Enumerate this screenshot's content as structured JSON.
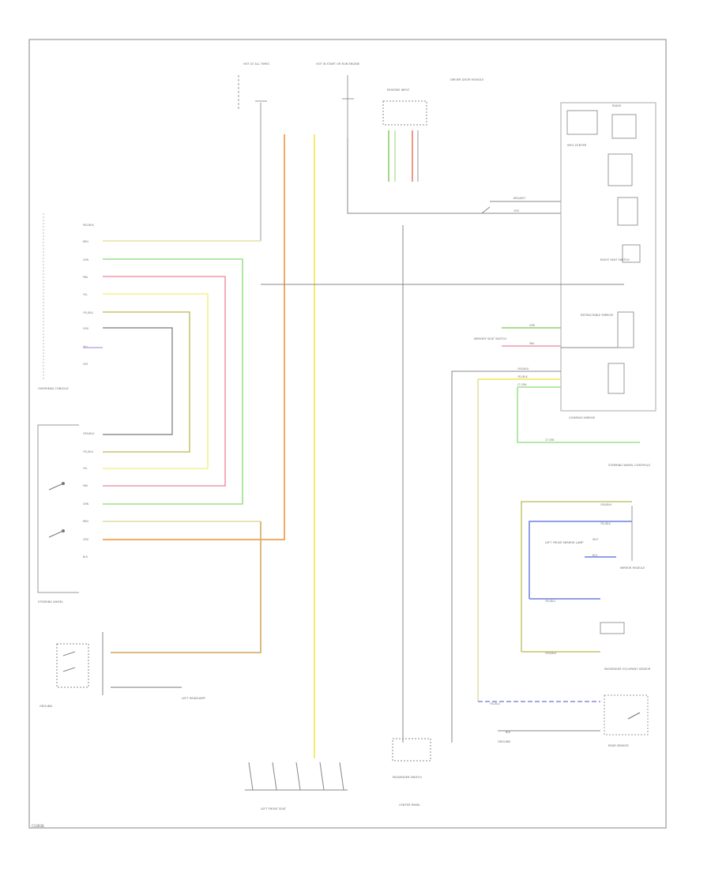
{
  "figure_id": "C14938",
  "blocks": {
    "fuse_tl": "HOT AT ALL TIMES",
    "fuse_tr": "HOT IN START OR RUN ENGINE",
    "reverse": "REVERSE INPUT",
    "dimmer_left": "OVERHEAD CONSOLE",
    "dimmer_right": "STEERING WHEEL",
    "driver_mod": "DRIVER DOOR MODULE",
    "info": "INFO CENTER",
    "radio": "RADIO",
    "compass": "COMPASS MIRROR",
    "sw_controls": "STEERING WHEEL CONTROLS",
    "ret_mirror": "RETRACTABLE MIRROR",
    "mirror_mod": "MIRROR MODULE",
    "lf_lamp": "LEFT FRONT MIRROR LAMP",
    "mem_seat": "MEMORY SEAT SWITCH",
    "ph_sensor": "PASSENGER OCCUPANT SENSOR",
    "lh_lamp": "LEFT HEADLAMP",
    "pass_switch": "PASSENGER SWITCH",
    "ground_bl": "GROUND",
    "left_seat": "LEFT FRONT SEAT",
    "center_panel": "CENTER PANEL",
    "ground_br": "GROUND",
    "right_seat": "RIGHT SEAT SWITCH",
    "rear_sensor": "REAR SENSOR"
  },
  "wires": {
    "w1": "RED/BLK",
    "w2": "BRN",
    "w3": "GRN",
    "w4": "PNK",
    "w5": "YEL",
    "w6": "YEL/BLK",
    "w7": "ORG",
    "w8": "VIO",
    "w9": "GRY",
    "c1": "ORG/BLK",
    "c2": "YEL/BLK",
    "c3": "YEL",
    "c4": "PNK",
    "c5": "GRN",
    "c6": "BRN",
    "c7": "ORG",
    "c8": "BLK",
    "r1": "BRN/WHT",
    "r2": "ORG",
    "r3": "GRN",
    "r4": "PNK",
    "r5": "ORG/BLK",
    "r6": "YEL/BLK",
    "r7": "LT GRN",
    "r8": "LT GRN",
    "r9": "ORG/BLK",
    "r10": "YEL/BLK",
    "r11": "WHT",
    "r12": "BLU",
    "r13": "YEL/BLU",
    "r14": "ORG/BLK",
    "r15": "YEL/BLU",
    "r16": "BLK"
  }
}
